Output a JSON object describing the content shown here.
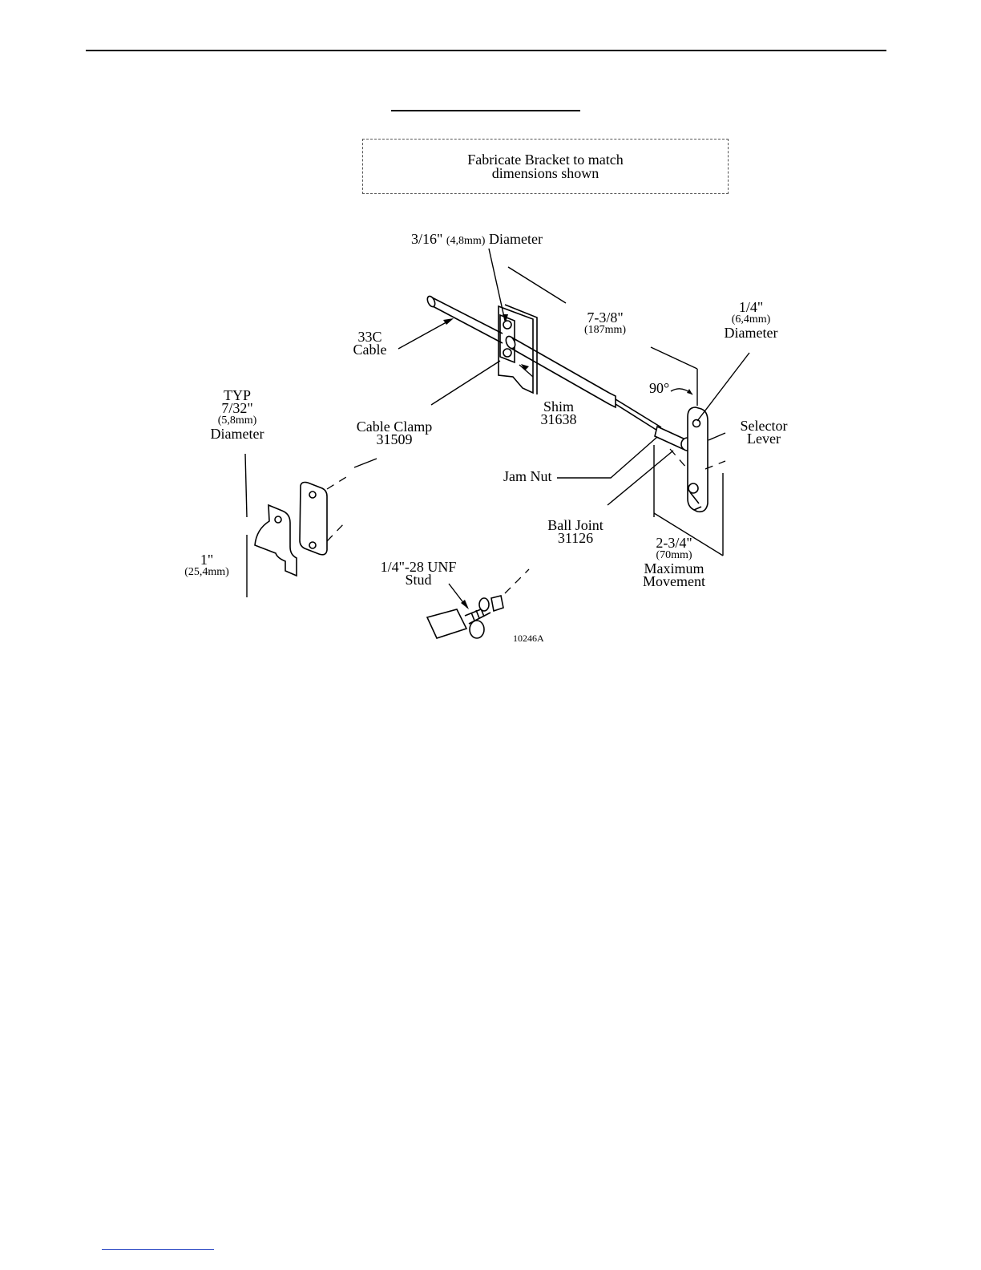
{
  "note_box": {
    "line1": "Fabricate Bracket to match",
    "line2": "dimensions shown"
  },
  "labels": {
    "cable_diameter": {
      "main": "3/16\"",
      "metric": "(4,8mm)",
      "suffix": "Diameter"
    },
    "length_dim": {
      "main": "7-3/8\"",
      "metric": "(187mm)"
    },
    "lever_hole": {
      "main": "1/4\"",
      "metric": "(6,4mm)",
      "suffix": "Diameter"
    },
    "cable": {
      "line1": "33C",
      "line2": "Cable"
    },
    "angle": {
      "value": "90°"
    },
    "typ_hole": {
      "line1": "TYP",
      "line2": "7/32\"",
      "metric": "(5,8mm)",
      "line3": "Diameter"
    },
    "cable_clamp": {
      "line1": "Cable Clamp",
      "line2": "31509"
    },
    "shim": {
      "line1": "Shim",
      "line2": "31638"
    },
    "selector_lever": {
      "line1": "Selector",
      "line2": "Lever"
    },
    "jam_nut": {
      "text": "Jam Nut"
    },
    "ball_joint": {
      "line1": "Ball Joint",
      "line2": "31126"
    },
    "bracket_width": {
      "main": "1\"",
      "metric": "(25,4mm)"
    },
    "movement": {
      "main": "2-3/4\"",
      "metric": "(70mm)",
      "line2": "Maximum",
      "line3": "Movement"
    },
    "stud": {
      "line1": "1/4\"-28 UNF",
      "line2": "Stud"
    },
    "figure_id": {
      "text": "10246A"
    }
  }
}
